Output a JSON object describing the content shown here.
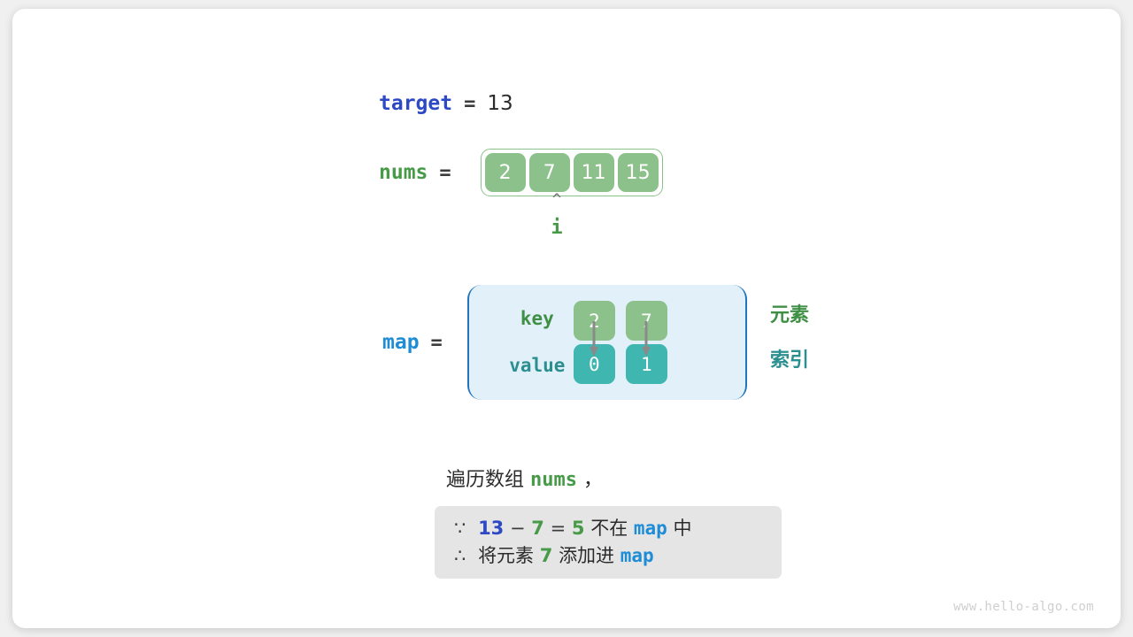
{
  "variables": {
    "target_label": "target",
    "target_value": "13",
    "nums_label": "nums",
    "map_label": "map",
    "equals": "="
  },
  "array": {
    "name": "nums",
    "cells": [
      "2",
      "7",
      "11",
      "15"
    ]
  },
  "pointer": {
    "caret": "^",
    "name": "i",
    "points_to_index": 1
  },
  "map": {
    "key_row_label": "key",
    "value_row_label": "value",
    "entries": [
      {
        "key": "2",
        "value": "0"
      },
      {
        "key": "7",
        "value": "1"
      }
    ],
    "legend": {
      "element": "元素",
      "index": "索引"
    }
  },
  "caption": {
    "prefix": "遍历数组",
    "keyword": "nums",
    "suffix": "，"
  },
  "explanation": {
    "line1": {
      "symbol": "∵",
      "a": "13",
      "minus": "−",
      "b": "7",
      "equals": "=",
      "result": "5",
      "text_mid": "不在",
      "map": "map",
      "text_end": "中"
    },
    "line2": {
      "symbol": "∴",
      "text_start": "将元素",
      "value": "7",
      "text_mid": "添加进",
      "map": "map"
    }
  },
  "watermark": "www.hello-algo.com",
  "colors": {
    "target_blue": "#2d49c4",
    "nums_green": "#479a47",
    "map_blue": "#1f8cd6",
    "cell_green": "#8cc18c",
    "cell_teal": "#3fb6b0",
    "map_bg": "#e2f0fa",
    "map_border": "#2274bd",
    "explain_bg": "#e5e5e5",
    "arrow_gray": "#8a8a8a"
  }
}
